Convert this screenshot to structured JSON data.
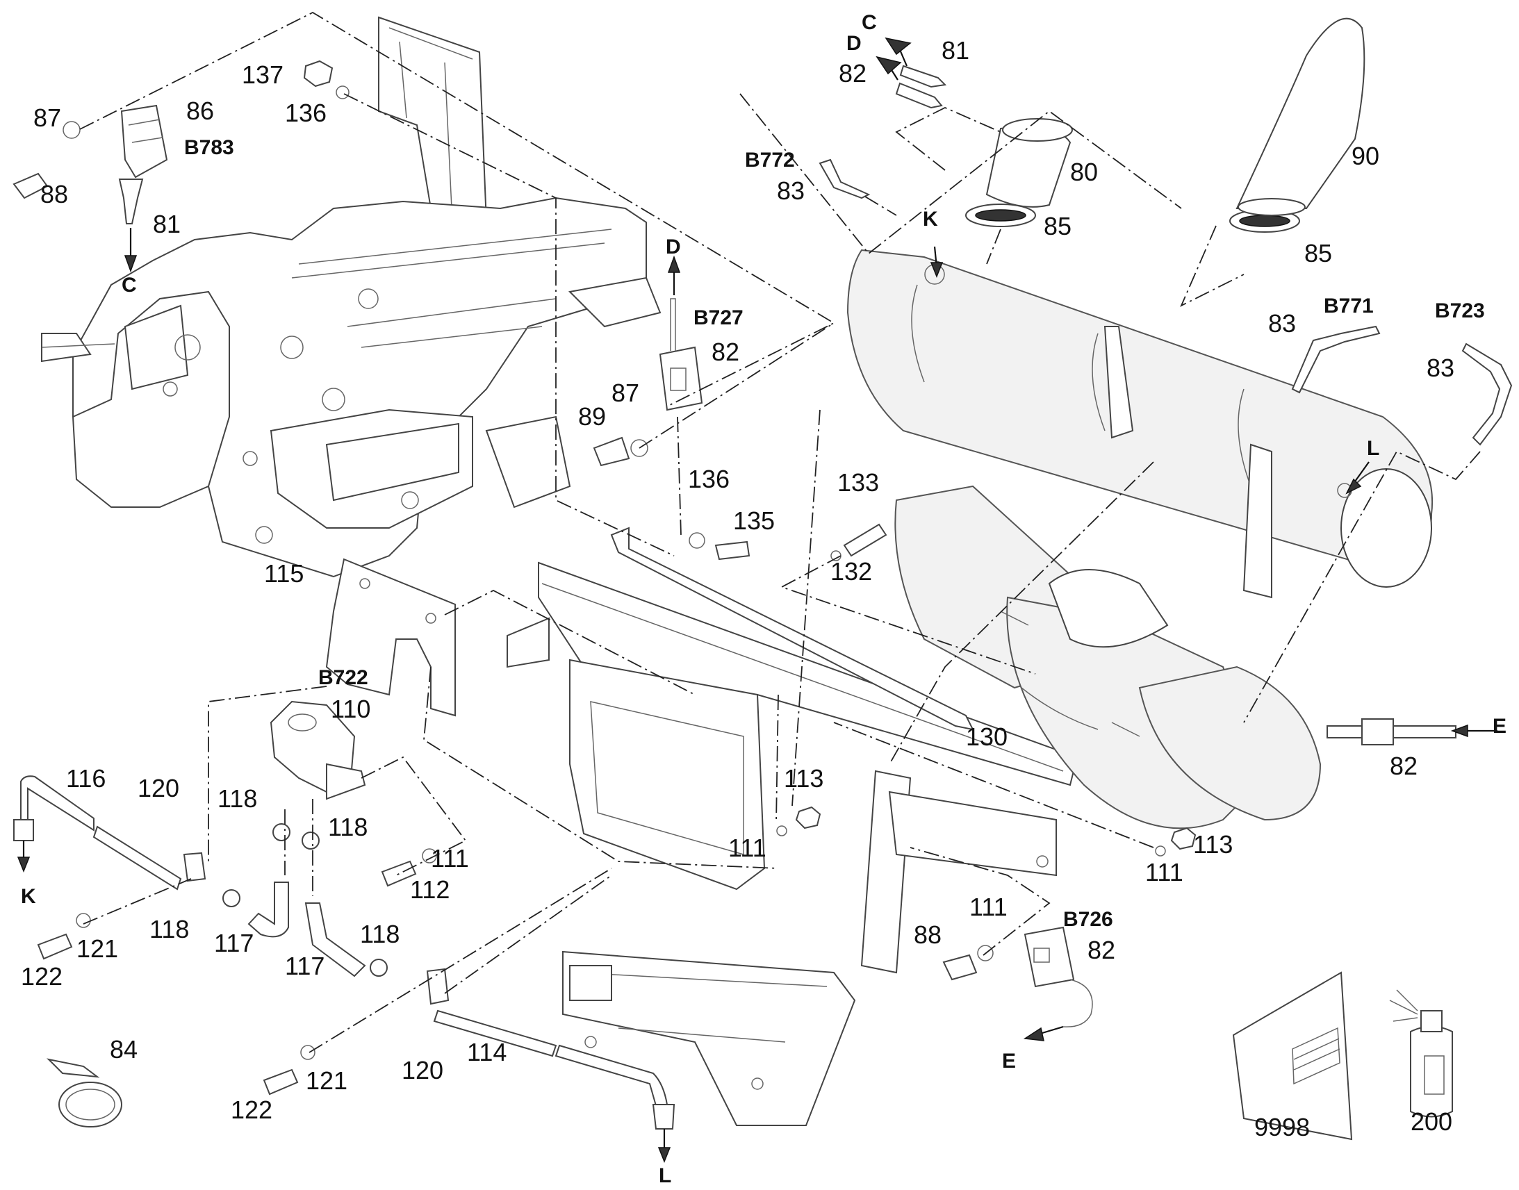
{
  "callouts": [
    {
      "id": "c-137",
      "text": "137",
      "bold": false
    },
    {
      "id": "c-136a",
      "text": "136",
      "bold": false
    },
    {
      "id": "c-87a",
      "text": "87",
      "bold": false
    },
    {
      "id": "c-86",
      "text": "86",
      "bold": false
    },
    {
      "id": "c-B783",
      "text": "B783",
      "bold": true
    },
    {
      "id": "c-88a",
      "text": "88",
      "bold": false
    },
    {
      "id": "c-81a",
      "text": "81",
      "bold": false
    },
    {
      "id": "c-Ca",
      "text": "C",
      "bold": true
    },
    {
      "id": "c-Cb",
      "text": "C",
      "bold": true
    },
    {
      "id": "c-Db",
      "text": "D",
      "bold": true
    },
    {
      "id": "c-81b",
      "text": "81",
      "bold": false
    },
    {
      "id": "c-82a",
      "text": "82",
      "bold": false
    },
    {
      "id": "c-B772",
      "text": "B772",
      "bold": true
    },
    {
      "id": "c-83a",
      "text": "83",
      "bold": false
    },
    {
      "id": "c-80",
      "text": "80",
      "bold": false
    },
    {
      "id": "c-90",
      "text": "90",
      "bold": false
    },
    {
      "id": "c-85a",
      "text": "85",
      "bold": false
    },
    {
      "id": "c-85b",
      "text": "85",
      "bold": false
    },
    {
      "id": "c-Ka",
      "text": "K",
      "bold": true
    },
    {
      "id": "c-Da",
      "text": "D",
      "bold": true
    },
    {
      "id": "c-B727",
      "text": "B727",
      "bold": true
    },
    {
      "id": "c-82b",
      "text": "82",
      "bold": false
    },
    {
      "id": "c-87b",
      "text": "87",
      "bold": false
    },
    {
      "id": "c-89",
      "text": "89",
      "bold": false
    },
    {
      "id": "c-83b",
      "text": "83",
      "bold": false
    },
    {
      "id": "c-B771",
      "text": "B771",
      "bold": true
    },
    {
      "id": "c-B723",
      "text": "B723",
      "bold": true
    },
    {
      "id": "c-83c",
      "text": "83",
      "bold": false
    },
    {
      "id": "c-La",
      "text": "L",
      "bold": true
    },
    {
      "id": "c-136b",
      "text": "136",
      "bold": false
    },
    {
      "id": "c-135",
      "text": "135",
      "bold": false
    },
    {
      "id": "c-133",
      "text": "133",
      "bold": false
    },
    {
      "id": "c-132",
      "text": "132",
      "bold": false
    },
    {
      "id": "c-115",
      "text": "115",
      "bold": false
    },
    {
      "id": "c-B722",
      "text": "B722",
      "bold": true
    },
    {
      "id": "c-110",
      "text": "110",
      "bold": false
    },
    {
      "id": "c-130",
      "text": "130",
      "bold": false
    },
    {
      "id": "c-Ea",
      "text": "E",
      "bold": true
    },
    {
      "id": "c-82c",
      "text": "82",
      "bold": false
    },
    {
      "id": "c-116",
      "text": "116",
      "bold": false
    },
    {
      "id": "c-120a",
      "text": "120",
      "bold": false
    },
    {
      "id": "c-118a",
      "text": "118",
      "bold": false
    },
    {
      "id": "c-118b",
      "text": "118",
      "bold": false
    },
    {
      "id": "c-113a",
      "text": "113",
      "bold": false
    },
    {
      "id": "c-111a",
      "text": "111",
      "bold": false
    },
    {
      "id": "c-113b",
      "text": "113",
      "bold": false
    },
    {
      "id": "c-111b",
      "text": "111",
      "bold": false
    },
    {
      "id": "c-Kb",
      "text": "K",
      "bold": true
    },
    {
      "id": "c-111c",
      "text": "111",
      "bold": false
    },
    {
      "id": "c-112",
      "text": "112",
      "bold": false
    },
    {
      "id": "c-111d",
      "text": "111",
      "bold": false
    },
    {
      "id": "c-B726",
      "text": "B726",
      "bold": true
    },
    {
      "id": "c-88b",
      "text": "88",
      "bold": false
    },
    {
      "id": "c-82d",
      "text": "82",
      "bold": false
    },
    {
      "id": "c-118c",
      "text": "118",
      "bold": false
    },
    {
      "id": "c-117a",
      "text": "117",
      "bold": false
    },
    {
      "id": "c-118d",
      "text": "118",
      "bold": false
    },
    {
      "id": "c-117b",
      "text": "117",
      "bold": false
    },
    {
      "id": "c-121a",
      "text": "121",
      "bold": false
    },
    {
      "id": "c-122a",
      "text": "122",
      "bold": false
    },
    {
      "id": "c-84",
      "text": "84",
      "bold": false
    },
    {
      "id": "c-121b",
      "text": "121",
      "bold": false
    },
    {
      "id": "c-122b",
      "text": "122",
      "bold": false
    },
    {
      "id": "c-120b",
      "text": "120",
      "bold": false
    },
    {
      "id": "c-114",
      "text": "114",
      "bold": false
    },
    {
      "id": "c-Lb",
      "text": "L",
      "bold": true
    },
    {
      "id": "c-Eb",
      "text": "E",
      "bold": true
    },
    {
      "id": "c-9998",
      "text": "9998",
      "bold": false
    },
    {
      "id": "c-200",
      "text": "200",
      "bold": false
    }
  ]
}
